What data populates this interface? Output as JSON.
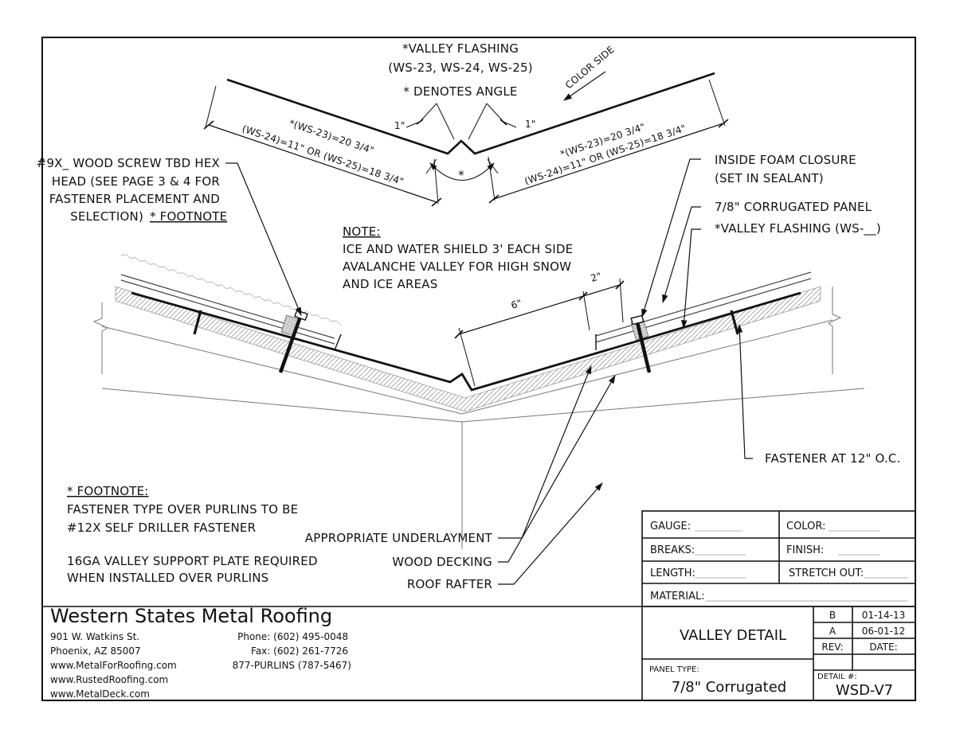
{
  "drawing": {
    "title_lines": [
      "*VALLEY FLASHING",
      "(WS-23, WS-24, WS-25)"
    ],
    "denotes_angle": "* DENOTES ANGLE",
    "color_side": "COLOR SIDE",
    "dim_left_line1": "*(WS-23)=20 3/4\"",
    "dim_left_line2": "(WS-24)=11\" OR (WS-25)=18 3/4\"",
    "dim_right_line1": "*(WS-23)=20 3/4\"",
    "dim_right_line2": "(WS-24)=11\" OR (WS-25)=18 3/4\"",
    "dim_1in_left": "1\"",
    "dim_1in_right": "1\"",
    "angle_mark": "*",
    "screw_note_lines": [
      "#9X_ WOOD SCREW TBD HEX",
      "HEAD (SEE PAGE 3 & 4 FOR",
      "FASTENER PLACEMENT AND",
      "SELECTION)"
    ],
    "screw_note_footnote": "* FOOTNOTE",
    "note_heading": "NOTE:",
    "note_lines": [
      "ICE AND WATER SHIELD 3' EACH SIDE",
      "AVALANCHE VALLEY FOR HIGH SNOW",
      "AND ICE AREAS"
    ],
    "dim_6in": "6\"",
    "dim_2in": "2\"",
    "inside_foam_lines": [
      "INSIDE FOAM CLOSURE",
      "(SET IN SEALANT)"
    ],
    "corrugated_panel": "7/8\" CORRUGATED PANEL",
    "valley_flashing_label": "*VALLEY FLASHING (WS-__)",
    "fastener_oc": "FASTENER AT 12\" O.C.",
    "footnote_heading": "* FOOTNOTE:",
    "footnote_lines": [
      "FASTENER TYPE OVER PURLINS TO BE",
      "#12X SELF DRILLER FASTENER"
    ],
    "support_lines": [
      "16GA VALLEY SUPPORT PLATE REQUIRED",
      "WHEN INSTALLED OVER PURLINS"
    ],
    "underlayment": "APPROPRIATE UNDERLAYMENT",
    "wood_decking": "WOOD DECKING",
    "roof_rafter": "ROOF RAFTER"
  },
  "spec_table": {
    "gauge": "GAUGE:",
    "color": "COLOR:",
    "breaks": "BREAKS:",
    "finish": "FINISH:",
    "length": "LENGTH:",
    "stretch_out": "STRETCH OUT:",
    "material": "MATERIAL:"
  },
  "company": {
    "name": "Western States Metal Roofing",
    "address1": "901 W. Watkins St.",
    "address2": "Phoenix, AZ 85007",
    "web1": "www.MetalForRoofing.com",
    "web2": "www.RustedRoofing.com",
    "web3": "www.MetalDeck.com",
    "phone": "Phone: (602) 495-0048",
    "fax": "Fax: (602) 261-7726",
    "tollfree": "877-PURLINS (787-5467)"
  },
  "title_block": {
    "detail_title": "VALLEY DETAIL",
    "panel_type_label": "PANEL TYPE:",
    "panel_type": "7/8\" Corrugated",
    "rev_b": "B",
    "rev_b_date": "01-14-13",
    "rev_a": "A",
    "rev_a_date": "06-01-12",
    "rev_label": "REV:",
    "date_label": "DATE:",
    "detail_no_label": "DETAIL #:",
    "detail_no": "WSD-V7"
  }
}
